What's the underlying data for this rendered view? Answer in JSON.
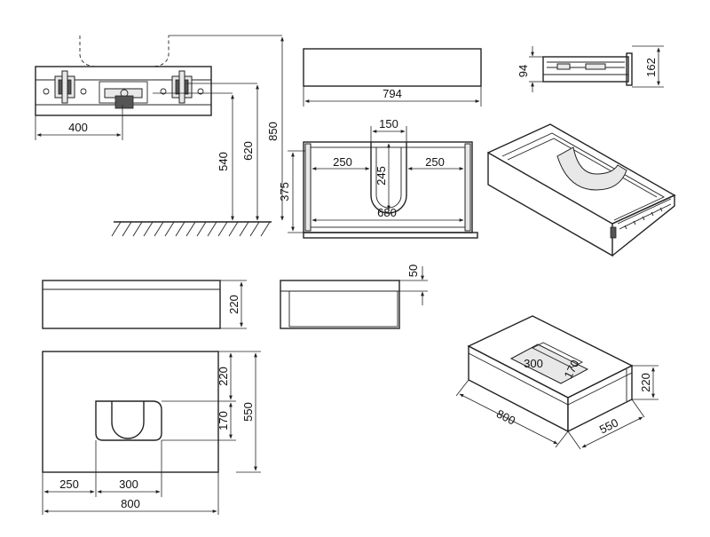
{
  "dimensions": {
    "front_width_400": "400",
    "height_540": "540",
    "height_620": "620",
    "height_850": "850",
    "box_width_794": "794",
    "side_94": "94",
    "side_162": "162",
    "inner_150": "150",
    "inner_250_left": "250",
    "inner_245": "245",
    "inner_250_right": "250",
    "inner_375": "375",
    "inner_680": "680",
    "front_height_220": "220",
    "side_50": "50",
    "top_220": "220",
    "top_170": "170",
    "top_550": "550",
    "top_250": "250",
    "top_300": "300",
    "top_800": "800",
    "iso_300": "300",
    "iso_170": "170",
    "iso_220": "220",
    "iso_800": "800",
    "iso_550": "550"
  }
}
